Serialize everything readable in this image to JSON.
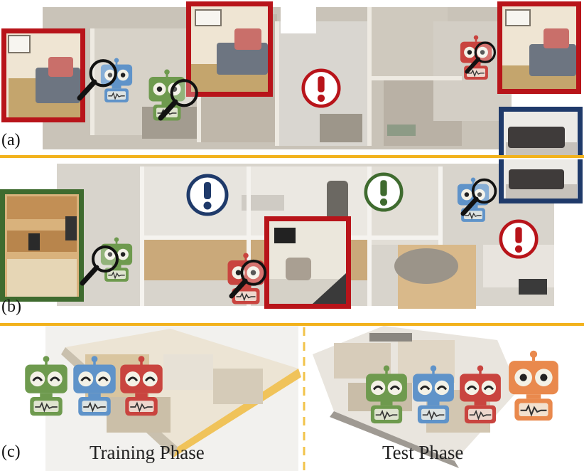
{
  "panels": {
    "a": {
      "label": "(a)"
    },
    "b": {
      "label": "(b)"
    },
    "c": {
      "label": "(c)",
      "training_label": "Training Phase",
      "test_label": "Test Phase"
    }
  },
  "colors": {
    "green_robot": "#6e9a4e",
    "blue_robot": "#5f93c9",
    "red_robot": "#c9443f",
    "orange_robot": "#e9894d",
    "red_frame": "#b8141a",
    "navy_frame": "#1f3a6a",
    "green_frame": "#3f6b2f",
    "divider": "#f2b21c"
  },
  "icons": [
    "robot-icon",
    "magnifier-icon",
    "exclamation-icon"
  ]
}
